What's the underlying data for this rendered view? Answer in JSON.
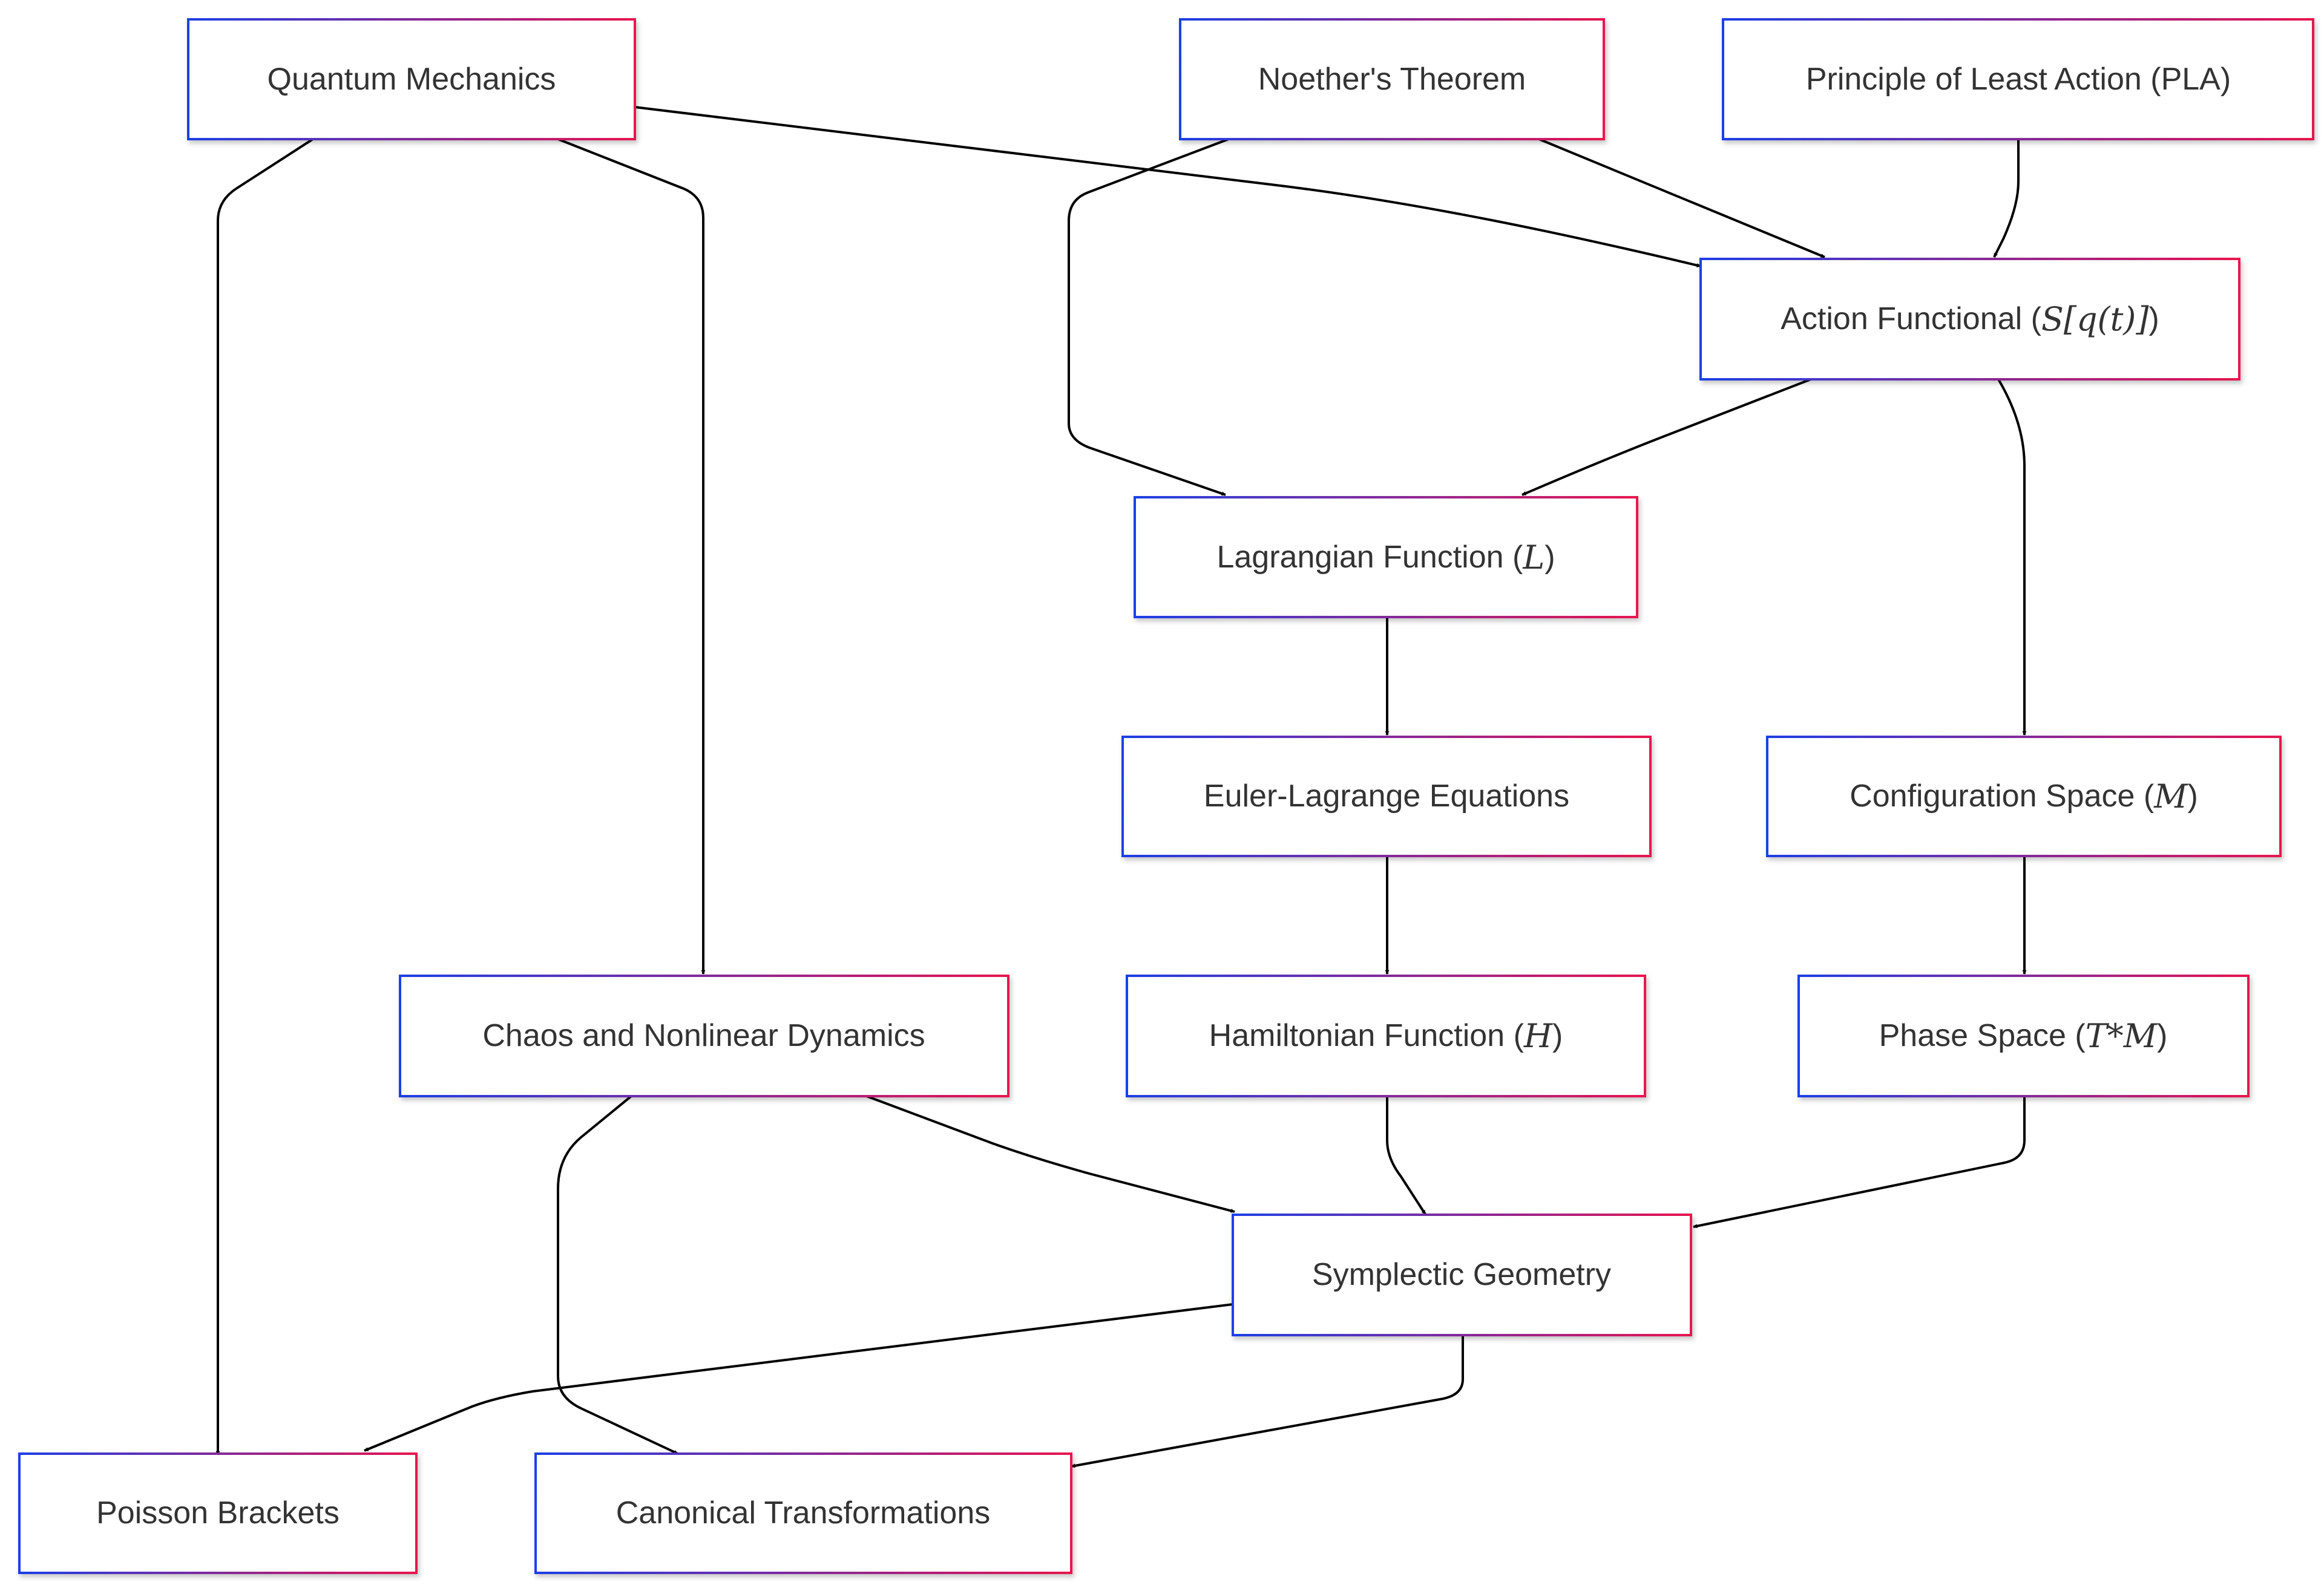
{
  "colors": {
    "border_start": "#1d3fe6",
    "border_end": "#e8144f",
    "edge": "#000000",
    "text": "#333333",
    "background": "#ffffff"
  },
  "nodes": {
    "qm": {
      "label": "Quantum Mechanics",
      "math": ""
    },
    "noether": {
      "label": "Noether's Theorem",
      "math": ""
    },
    "pla": {
      "label": "Principle of Least Action (PLA)",
      "math": ""
    },
    "action": {
      "label": "Action Functional (",
      "math": "S[q(t)]",
      "suffix": ")"
    },
    "lagrangian": {
      "label": "Lagrangian Function (",
      "math": "L",
      "suffix": ")"
    },
    "euler": {
      "label": "Euler-Lagrange Equations",
      "math": ""
    },
    "config": {
      "label": "Configuration Space (",
      "math": "M",
      "suffix": ")"
    },
    "chaos": {
      "label": "Chaos and Nonlinear Dynamics",
      "math": ""
    },
    "hamiltonian": {
      "label": "Hamiltonian Function (",
      "math": "H",
      "suffix": ")"
    },
    "phase": {
      "label": "Phase Space (",
      "math": "T*M",
      "suffix": ")"
    },
    "symplectic": {
      "label": "Symplectic Geometry",
      "math": ""
    },
    "poisson": {
      "label": "Poisson Brackets",
      "math": ""
    },
    "canonical": {
      "label": "Canonical Transformations",
      "math": ""
    }
  },
  "edges": [
    {
      "from": "qm",
      "to": "action"
    },
    {
      "from": "qm",
      "to": "chaos"
    },
    {
      "from": "qm",
      "to": "poisson"
    },
    {
      "from": "noether",
      "to": "action"
    },
    {
      "from": "noether",
      "to": "lagrangian"
    },
    {
      "from": "pla",
      "to": "action"
    },
    {
      "from": "action",
      "to": "lagrangian"
    },
    {
      "from": "action",
      "to": "config"
    },
    {
      "from": "lagrangian",
      "to": "euler"
    },
    {
      "from": "euler",
      "to": "hamiltonian"
    },
    {
      "from": "config",
      "to": "phase"
    },
    {
      "from": "chaos",
      "to": "symplectic"
    },
    {
      "from": "chaos",
      "to": "canonical"
    },
    {
      "from": "hamiltonian",
      "to": "symplectic"
    },
    {
      "from": "phase",
      "to": "symplectic"
    },
    {
      "from": "symplectic",
      "to": "poisson"
    },
    {
      "from": "symplectic",
      "to": "canonical"
    }
  ]
}
